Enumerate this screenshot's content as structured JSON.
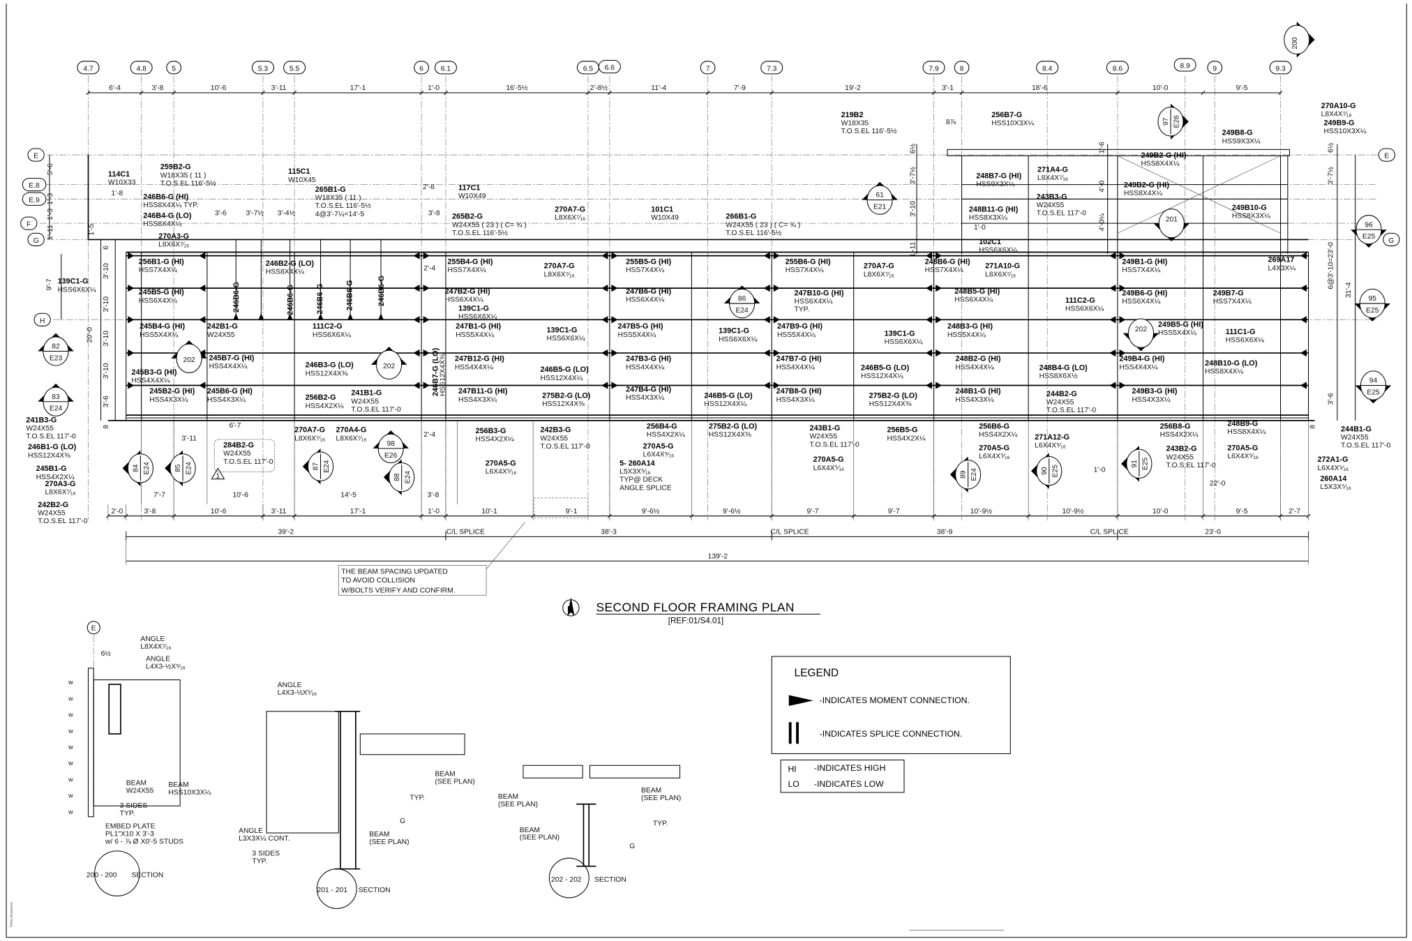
{
  "sheet_note": "Tekla structures",
  "grid_columns": [
    "4.7",
    "4.8",
    "5",
    "5.3",
    "5.5",
    "6",
    "6.1",
    "6.5",
    "6.6",
    "7",
    "7.3",
    "7.9",
    "8",
    "8.4",
    "8.6",
    "8.9",
    "9",
    "9.3"
  ],
  "grid_rows": [
    "E",
    "E.8",
    "E.9",
    "F",
    "G",
    "H",
    "E",
    "G"
  ],
  "top_dimensions": [
    "6'-4",
    "3'-8",
    "10'-6",
    "3'-11",
    "17'-1",
    "1'-0",
    "16'-5½",
    "2'-8½",
    "11'-4",
    "7'-9",
    "19'-2",
    "3'-1",
    "18'-6",
    "10'-0",
    "9'-5"
  ],
  "bottom_dimensions": [
    "2'-0",
    "3'-8",
    "10'-6",
    "3'-11",
    "17'-1",
    "1'-0",
    "10'-1",
    "9'-1",
    "9'-6½",
    "9'-6½",
    "9'-7",
    "9'-7",
    "10'-9½",
    "10'-9½",
    "10'-0",
    "9'-5",
    "2'-7"
  ],
  "segment_dimensions": [
    "39'-2",
    "38'-3",
    "38'-9",
    "23'-0"
  ],
  "splice_labels": [
    "C/L SPLICE",
    "C/L SPLICE",
    "C/L SPLICE"
  ],
  "overall_dimension": "139'-2",
  "other_dimensions": [
    "5'-6",
    "1'-3",
    "1'-3",
    "1'-11",
    "1'-5",
    "9'-7",
    "20'-0",
    "3'-10",
    "3'-10",
    "3'-10",
    "3'-10",
    "3'-6",
    "6",
    "8",
    "6½",
    "3'-7½",
    "3'-10",
    "1'-11",
    "1'-6",
    "4'-0",
    "4'-0¼",
    "6½",
    "3'-7½",
    "6@3'-10=23'-0",
    "31'-4",
    "3'-6",
    "8",
    "1'-8",
    "3'-6",
    "3'-7½",
    "3'-4½",
    "3'-8",
    "2'-8",
    "2'-4",
    "2'-4",
    "6'-7",
    "3'-11",
    "7'-7",
    "10'-6",
    "14'-5",
    "3'-8",
    "1'-0",
    "22'-0",
    "8⅞",
    "1'-0"
  ],
  "member_labels": [
    {
      "mark": "114C1",
      "lines": [
        "W10X33"
      ]
    },
    {
      "mark": "259B2-G",
      "lines": [
        "W18X35 ( 11 )",
        "T.O.S.EL 116'-5½"
      ]
    },
    {
      "mark": "115C1",
      "lines": [
        "W10X45"
      ]
    },
    {
      "mark": "265B1-G",
      "lines": [
        "W18X35 ( 11 )",
        "T.O.S.EL 116'-5½",
        "4@3'-7¼=14'-5"
      ]
    },
    {
      "mark": "117C1",
      "lines": [
        "W10X49"
      ]
    },
    {
      "mark": "246B6-G (HI)",
      "lines": [
        "HSS8X4X¼ TYP."
      ]
    },
    {
      "mark": "246B4-G (LO)",
      "lines": [
        "HSS8X4X¼"
      ]
    },
    {
      "mark": "265B2-G",
      "lines": [
        "W24X55 ( 23 ) ( C= ¾ )",
        "T.O.S.EL 116'-5½"
      ]
    },
    {
      "mark": "270A3-G",
      "lines": [
        "L8X6X⁷⁄₁₆"
      ]
    },
    {
      "mark": "270A7-G",
      "lines": [
        "L8X6X⁷⁄₁₆"
      ]
    },
    {
      "mark": "101C1",
      "lines": [
        "W10X49"
      ]
    },
    {
      "mark": "266B1-G",
      "lines": [
        "W24X55 ( 23 ) ( C= ¾ )",
        "T.O.S.EL 116'-5½"
      ]
    },
    {
      "mark": "219B2",
      "lines": [
        "W18X35",
        "T.O.S.EL 116'-5½"
      ]
    },
    {
      "mark": "256B7-G",
      "lines": [
        "HSS10X3X¼"
      ]
    },
    {
      "mark": "271A4-G",
      "lines": [
        "L8X4X⁷⁄₁₆"
      ]
    },
    {
      "mark": "248B7-G (HI)",
      "lines": [
        "HSS9X3X¼"
      ]
    },
    {
      "mark": "243B3-G",
      "lines": [
        "W24X55",
        "T.O.S.EL 117'-0"
      ]
    },
    {
      "mark": "248B11-G (HI)",
      "lines": [
        "HSS8X3X¼"
      ]
    },
    {
      "mark": "102C1",
      "lines": [
        "HSS6X6X¼"
      ]
    },
    {
      "mark": "249B2-G (HI)",
      "lines": [
        "HSS8X4X¼"
      ]
    },
    {
      "mark": "249B2-G (HI)",
      "lines": [
        "HSS8X4X¼"
      ]
    },
    {
      "mark": "249B8-G",
      "lines": [
        "HSS9X3X¼"
      ]
    },
    {
      "mark": "270A10-G",
      "lines": [
        "L8X4X⁷⁄₁₆"
      ]
    },
    {
      "mark": "249B9-G",
      "lines": [
        "HSS10X3X¼"
      ]
    },
    {
      "mark": "249B10-G",
      "lines": [
        "HSS8X3X¼"
      ]
    },
    {
      "mark": "269A17",
      "lines": [
        "L4X3X¼"
      ]
    },
    {
      "mark": "256B1-G (HI)",
      "lines": [
        "HSS7X4X¼"
      ]
    },
    {
      "mark": "246B2-G (LO)",
      "lines": [
        "HSS8X4X¼"
      ]
    },
    {
      "mark": "255B4-G (HI)",
      "lines": [
        "HSS7X4X¼"
      ]
    },
    {
      "mark": "270A7-G",
      "lines": [
        "L8X6X⁷⁄₁₆"
      ]
    },
    {
      "mark": "255B5-G (HI)",
      "lines": [
        "HSS7X4X¼"
      ]
    },
    {
      "mark": "255B6-G (HI)",
      "lines": [
        "HSS7X4X¼"
      ]
    },
    {
      "mark": "270A7-G",
      "lines": [
        "L8X6X⁷⁄₁₆"
      ]
    },
    {
      "mark": "248B6-G (HI)",
      "lines": [
        "HSS7X4X¼"
      ]
    },
    {
      "mark": "271A10-G",
      "lines": [
        "L8X6X⁷⁄₁₆"
      ]
    },
    {
      "mark": "249B1-G (HI)",
      "lines": [
        "HSS7X4X¼"
      ]
    },
    {
      "mark": "139C1-G",
      "lines": [
        "HSS6X6X¼"
      ]
    },
    {
      "mark": "245B5-G (HI)",
      "lines": [
        "HSS6X4X¼"
      ]
    },
    {
      "mark": "247B2-G (HI)",
      "lines": [
        "HSS6X4X¼"
      ]
    },
    {
      "mark": "139C1-G",
      "lines": [
        "HSS6X6X¼"
      ]
    },
    {
      "mark": "247B6-G (HI)",
      "lines": [
        "HSS6X4X¼"
      ]
    },
    {
      "mark": "247B10-G (HI)",
      "lines": [
        "HSS6X4X¼",
        "TYP."
      ]
    },
    {
      "mark": "248B5-G (HI)",
      "lines": [
        "HSS6X4X¼"
      ]
    },
    {
      "mark": "111C2-G",
      "lines": [
        "HSS6X6X¼"
      ]
    },
    {
      "mark": "249B6-G (HI)",
      "lines": [
        "HSS6X4X¼"
      ]
    },
    {
      "mark": "249B7-G",
      "lines": [
        "HSS7X4X¼"
      ]
    },
    {
      "mark": "245B4-G (HI)",
      "lines": [
        "HSS5X4X¼"
      ]
    },
    {
      "mark": "242B1-G",
      "lines": [
        "W24X55"
      ]
    },
    {
      "mark": "111C2-G",
      "lines": [
        "HSS6X6X¼"
      ]
    },
    {
      "mark": "247B1-G (HI)",
      "lines": [
        "HSS5X4X¼"
      ]
    },
    {
      "mark": "139C1-G",
      "lines": [
        "HSS6X6X¼"
      ]
    },
    {
      "mark": "247B5-G (HI)",
      "lines": [
        "HSS5X4X¼"
      ]
    },
    {
      "mark": "139C1-G",
      "lines": [
        "HSS6X6X¼"
      ]
    },
    {
      "mark": "247B9-G (HI)",
      "lines": [
        "HSS5X4X¼"
      ]
    },
    {
      "mark": "139C1-G",
      "lines": [
        "HSS6X6X¼"
      ]
    },
    {
      "mark": "248B3-G (HI)",
      "lines": [
        "HSS5X4X¼"
      ]
    },
    {
      "mark": "249B5-G (HI)",
      "lines": [
        "HSS5X4X¼"
      ]
    },
    {
      "mark": "111C1-G",
      "lines": [
        "HSS6X6X¼"
      ]
    },
    {
      "mark": "245B7-G (HI)",
      "lines": [
        "HSS4X4X¼"
      ]
    },
    {
      "mark": "246B3-G (LO)",
      "lines": [
        "HSS12X4X⅜"
      ]
    },
    {
      "mark": "245B3-G (HI)",
      "lines": [
        "HSS4X4X¼"
      ]
    },
    {
      "mark": "247B12-G (HI)",
      "lines": [
        "HSS4X4X¼"
      ]
    },
    {
      "mark": "246B5-G (LO)",
      "lines": [
        "HSS12X4X¼"
      ]
    },
    {
      "mark": "247B3-G (HI)",
      "lines": [
        "HSS4X4X¼"
      ]
    },
    {
      "mark": "247B7-G (HI)",
      "lines": [
        "HSS4X4X¼"
      ]
    },
    {
      "mark": "246B5-G (LO)",
      "lines": [
        "HSS12X4X¼"
      ]
    },
    {
      "mark": "248B2-G (HI)",
      "lines": [
        "HSS4X4X¼"
      ]
    },
    {
      "mark": "248B4-G (LO)",
      "lines": [
        "HSS8X6X½"
      ]
    },
    {
      "mark": "249B4-G (HI)",
      "lines": [
        "HSS4X4X¼"
      ]
    },
    {
      "mark": "248B10-G (LO)",
      "lines": [
        "HSS8X4X¼"
      ]
    },
    {
      "mark": "245B2-G (HI)",
      "lines": [
        "HSS4X3X¼"
      ]
    },
    {
      "mark": "245B6-G (HI)",
      "lines": [
        "HSS4X3X¼"
      ]
    },
    {
      "mark": "256B2-G",
      "lines": [
        "HSS4X2X¼"
      ]
    },
    {
      "mark": "241B1-G",
      "lines": [
        "W24X55",
        "T.O.S.EL 117'-0"
      ]
    },
    {
      "mark": "247B11-G (HI)",
      "lines": [
        "HSS4X3X¼"
      ]
    },
    {
      "mark": "275B2-G (LO)",
      "lines": [
        "HSS12X4X⅜"
      ]
    },
    {
      "mark": "247B4-G (HI)",
      "lines": [
        "HSS4X3X¼"
      ]
    },
    {
      "mark": "246B5-G (LO)",
      "lines": [
        "HSS12X4X¼"
      ]
    },
    {
      "mark": "247B8-G (HI)",
      "lines": [
        "HSS4X3X¼"
      ]
    },
    {
      "mark": "275B2-G (LO)",
      "lines": [
        "HSS12X4X⅜"
      ]
    },
    {
      "mark": "248B1-G (HI)",
      "lines": [
        "HSS4X3X¼"
      ]
    },
    {
      "mark": "244B2-G",
      "lines": [
        "W24X55",
        "T.O.S.EL 117'-0"
      ]
    },
    {
      "mark": "249B3-G (HI)",
      "lines": [
        "HSS4X3X¼"
      ]
    },
    {
      "mark": "241B3-G",
      "lines": [
        "W24X55",
        "T.O.S.EL 117'-0"
      ]
    },
    {
      "mark": "246B1-G (LO)",
      "lines": [
        "HSS12X4X⅜"
      ]
    },
    {
      "mark": "245B1-G",
      "lines": [
        "HSS4X2X¼"
      ]
    },
    {
      "mark": "270A3-G",
      "lines": [
        "L8X6X⁷⁄₁₆"
      ]
    },
    {
      "mark": "242B2-G",
      "lines": [
        "W24X55",
        "T.O.S.EL 117'-0"
      ]
    },
    {
      "mark": "270A7-G",
      "lines": [
        "L8X6X⁷⁄₁₆"
      ]
    },
    {
      "mark": "270A4-G",
      "lines": [
        "L8X6X⁷⁄₁₆"
      ]
    },
    {
      "mark": "284B2-G",
      "lines": [
        "W24X55",
        "T.O.S.EL 117'-0"
      ]
    },
    {
      "mark": "256B3-G",
      "lines": [
        "HSS4X2X¼"
      ]
    },
    {
      "mark": "242B3-G",
      "lines": [
        "W24X55",
        "T.O.S.EL 117'-0"
      ]
    },
    {
      "mark": "270A5-G",
      "lines": [
        "L6X4X⁵⁄₁₆"
      ]
    },
    {
      "mark": "256B4-G",
      "lines": [
        "HSS4X2X¼"
      ]
    },
    {
      "mark": "270A5-G",
      "lines": [
        "L6X4X⁵⁄₁₆"
      ]
    },
    {
      "mark": "5- 260A14",
      "lines": [
        "L5X3X⁵⁄₁₆",
        "TYP@ DECK",
        "ANGLE SPLICE"
      ]
    },
    {
      "mark": "275B2-G (LO)",
      "lines": [
        "HSS12X4X⅜"
      ]
    },
    {
      "mark": "243B1-G",
      "lines": [
        "W24X55",
        "T.O.S.EL 117'-0"
      ]
    },
    {
      "mark": "270A5-G",
      "lines": [
        "L6X4X⁵⁄₁₆"
      ]
    },
    {
      "mark": "256B5-G",
      "lines": [
        "HSS4X2X¼"
      ]
    },
    {
      "mark": "256B6-G",
      "lines": [
        "HSS4X2X¼"
      ]
    },
    {
      "mark": "270A5-G",
      "lines": [
        "L6X4X⁵⁄₁₆"
      ]
    },
    {
      "mark": "271A12-G",
      "lines": [
        "L6X4X⁵⁄₁₆"
      ]
    },
    {
      "mark": "256B8-G",
      "lines": [
        "HSS4X2X¼"
      ]
    },
    {
      "mark": "243B2-G",
      "lines": [
        "W24X55",
        "T.O.S.EL 117'-0"
      ]
    },
    {
      "mark": "248B9-G",
      "lines": [
        "HSS8X4X¼"
      ]
    },
    {
      "mark": "270A5-G",
      "lines": [
        "L6X4X⁵⁄₁₆"
      ]
    },
    {
      "mark": "244B1-G",
      "lines": [
        "W24X55",
        "T.O.S.EL 117'-0"
      ]
    },
    {
      "mark": "272A1-G",
      "lines": [
        "L6X4X⁵⁄₁₆"
      ]
    },
    {
      "mark": "260A14",
      "lines": [
        "L5X3X⁵⁄₁₆"
      ]
    }
  ],
  "vertical_labels": [
    "246B6-G",
    "246B6-G",
    "246B6-G",
    "246B6-G",
    "246B6-G",
    "246B7-G (LO)",
    "HSS12X4X⅜"
  ],
  "section_markers": [
    {
      "num": "82",
      "sheet": "E23"
    },
    {
      "num": "83",
      "sheet": "E24"
    },
    {
      "num": "202",
      "sheet": ""
    },
    {
      "num": "202",
      "sheet": ""
    },
    {
      "num": "84",
      "sheet": "E24"
    },
    {
      "num": "85",
      "sheet": "E24"
    },
    {
      "num": "87",
      "sheet": "E24"
    },
    {
      "num": "98",
      "sheet": "E26"
    },
    {
      "num": "88",
      "sheet": "E24"
    },
    {
      "num": "61",
      "sheet": "E21"
    },
    {
      "num": "86",
      "sheet": "E24"
    },
    {
      "num": "89",
      "sheet": "E24"
    },
    {
      "num": "90",
      "sheet": "E25"
    },
    {
      "num": "91",
      "sheet": "E25"
    },
    {
      "num": "201",
      "sheet": ""
    },
    {
      "num": "202",
      "sheet": ""
    },
    {
      "num": "97",
      "sheet": "E26"
    },
    {
      "num": "96",
      "sheet": "E25"
    },
    {
      "num": "95",
      "sheet": "E25"
    },
    {
      "num": "94",
      "sheet": "E25"
    },
    {
      "num": "200",
      "sheet": ""
    }
  ],
  "revision_tag": "1",
  "note": [
    "THE BEAM SPACING UPDATED",
    "TO AVOID COLLISION",
    "W/BOLTS VERIFY AND CONFIRM."
  ],
  "title": {
    "main": "SECOND FLOOR FRAMING PLAN",
    "ref": "[REF:01/S4.01]"
  },
  "legend": {
    "heading": "LEGEND",
    "moment": "-INDICATES MOMENT CONNECTION.",
    "splice": "-INDICATES SPLICE CONNECTION.",
    "hi_key": "HI",
    "hi_text": "-INDICATES HIGH",
    "lo_key": "LO",
    "lo_text": "-INDICATES LOW"
  },
  "details": [
    {
      "id": "200 - 200",
      "title": "SECTION",
      "grid": "E",
      "texts": [
        [
          "6½"
        ],
        [
          "ANGLE",
          "L8X4X⁷⁄₁₆"
        ],
        [
          "ANGLE",
          "L4X3-½X⁵⁄₁₆"
        ],
        [
          "BEAM",
          "W24X55"
        ],
        [
          "BEAM",
          "HSS10X3X¼"
        ],
        [
          "3 SIDES",
          "TYP."
        ],
        [
          "EMBED PLATE",
          "PL1\"X10 X 3'-3",
          "w/ 6 - ⅞ Ø X0'-5 STUDS"
        ]
      ]
    },
    {
      "id": "201 - 201",
      "title": "SECTION",
      "texts": [
        [
          "ANGLE",
          "L4X3-½X⁵⁄₁₆"
        ],
        [
          "BEAM",
          "(SEE PLAN)"
        ],
        [
          "TYP."
        ],
        [
          "G"
        ],
        [
          "ANGLE",
          "L3X3X¼ CONT."
        ],
        [
          "BEAM",
          "(SEE PLAN)"
        ],
        [
          "3 SIDES",
          "TYP."
        ]
      ]
    },
    {
      "id": "202 - 202",
      "title": "SECTION",
      "texts": [
        [
          "BEAM",
          "(SEE PLAN)"
        ],
        [
          "BEAM",
          "(SEE PLAN)"
        ],
        [
          "BEAM",
          "(SEE PLAN)"
        ],
        [
          "TYP."
        ],
        [
          "G"
        ]
      ]
    }
  ]
}
